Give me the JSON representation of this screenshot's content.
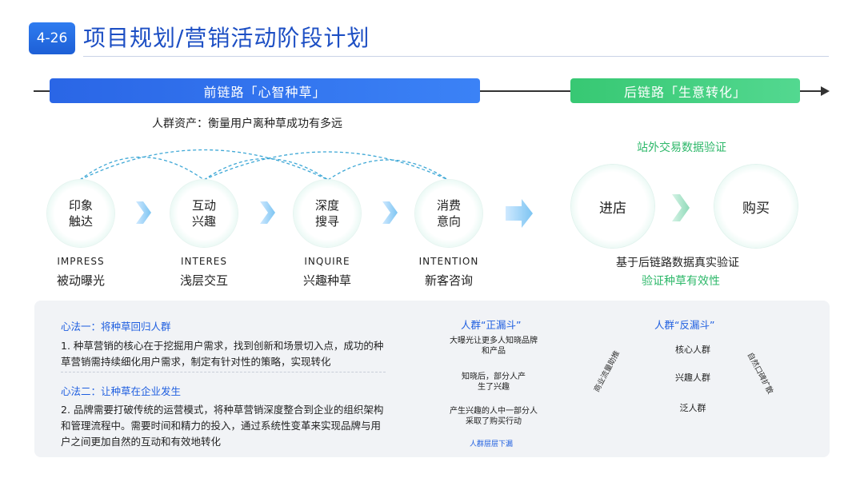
{
  "header": {
    "badge": "4-26",
    "title": "项目规划/营销活动阶段计划"
  },
  "phases": {
    "front": "前链路「心智种草」",
    "back": "后链路「生意转化」"
  },
  "asset_label": "人群资产：衡量用户离种草成功有多远",
  "offsite_label": "站外交易数据验证",
  "stages": [
    {
      "cn_circle": "印象\n触达",
      "en": "IMPRESS",
      "cn": "被动曝光"
    },
    {
      "cn_circle": "互动\n兴趣",
      "en": "INTERES",
      "cn": "浅层交互"
    },
    {
      "cn_circle": "深度\n搜寻",
      "en": "INQUIRE",
      "cn": "兴趣种草"
    },
    {
      "cn_circle": "消费\n意向",
      "en": "INTENTION",
      "cn": "新客咨询"
    }
  ],
  "back_stages": [
    "进店",
    "购买"
  ],
  "validate": {
    "line1": "基于后链路数据真实验证",
    "line2": "验证种草有效性"
  },
  "methods": [
    {
      "title": "心法一：将种草回归人群",
      "body": "1. 种草营销的核心在于挖掘用户需求，找到创新和场景切入点，成功的种草营销需持续细化用户需求，制定有针对性的策略，实现转化"
    },
    {
      "title": "心法二：让种草在企业发生",
      "body": "2. 品牌需要打破传统的运营模式，将种草营销深度整合到企业的组织架构和管理流程中。需要时间和精力的投入，通过系统性变革来实现品牌与用户之间更加自然的互动和有效地转化"
    }
  ],
  "funnel": {
    "title": "人群“正漏斗”",
    "layer1": "大曝光让更多人知晓品牌和产品",
    "layer2": "知晓后，部分人产生了兴趣",
    "layer3": "产生兴趣的人中一部分人采取了购买行动",
    "caption": "人群层层下漏"
  },
  "reverse_funnel": {
    "title": "人群“反漏斗”",
    "layers": [
      "核心人群",
      "兴趣人群",
      "泛人群"
    ],
    "left_label": "商业流量助推",
    "right_label": "自然口碑扩散"
  },
  "colors": {
    "primary_blue": "#1f5fe0",
    "green": "#2eb86a",
    "teal_circle": "#c7ece2",
    "panel_bg": "#f1f3f6"
  }
}
